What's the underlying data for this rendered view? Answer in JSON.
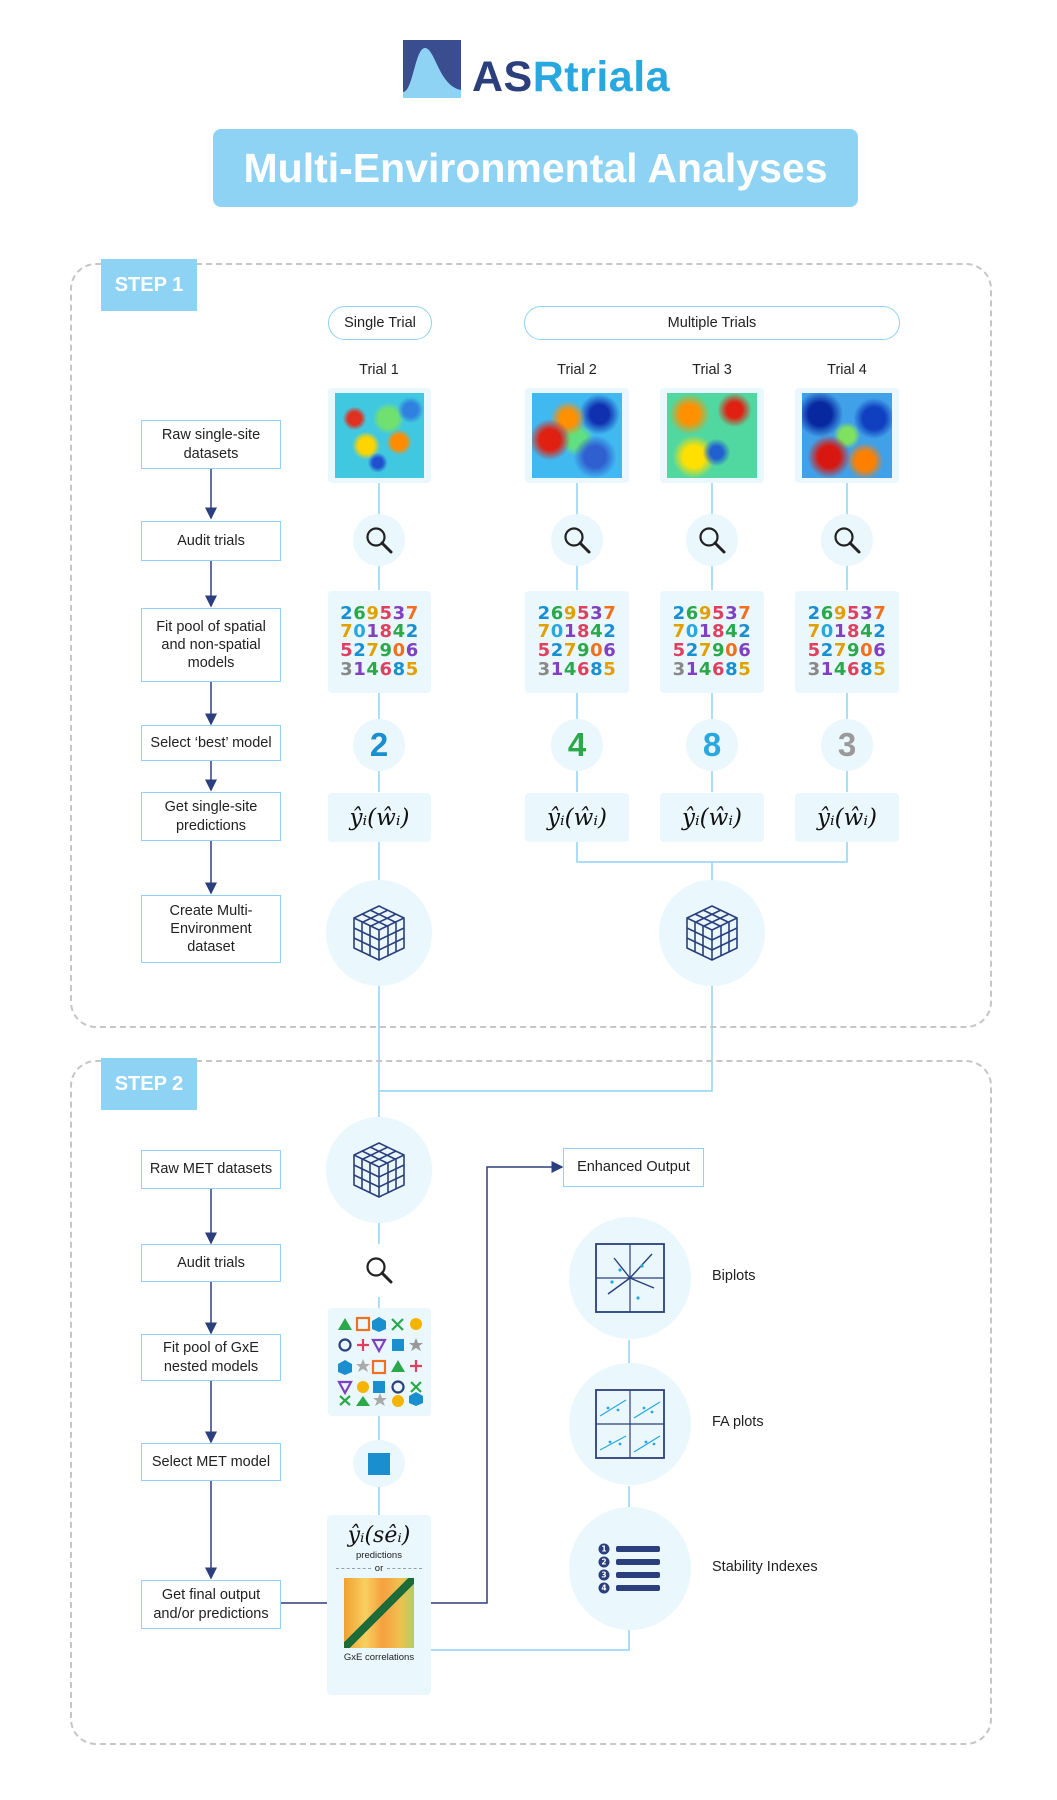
{
  "logo": {
    "part1": "AS",
    "part2": "Rtriala"
  },
  "title": "Multi-Environmental Analyses",
  "colors": {
    "accent_light": "#8fd3f4",
    "tile_bg": "#eaf7fd",
    "line": "#8fd3f4",
    "arrow": "#2b3f7d",
    "logo_dark": "#2b3f7d",
    "logo_blue": "#29a8df"
  },
  "step1": {
    "label": "STEP 1",
    "single_trial": "Single Trial",
    "multiple_trials": "Multiple Trials",
    "trials": [
      "Trial 1",
      "Trial 2",
      "Trial 3",
      "Trial 4"
    ],
    "flow": [
      "Raw single-site datasets",
      "Audit trials",
      "Fit pool of spatial and non-spatial models",
      "Select ‘best’ model",
      "Get single-site predictions",
      "Create Multi-Environment dataset"
    ],
    "digit_rows": [
      "269537",
      "701842",
      "527906",
      "314685"
    ],
    "selected_models": [
      "2",
      "4",
      "8",
      "3"
    ],
    "prediction_formula": "ŷᵢ(ŵᵢ)"
  },
  "step2": {
    "label": "STEP 2",
    "flow": [
      "Raw MET datasets",
      "Audit trials",
      "Fit pool of GxE nested models",
      "Select MET model",
      "Get final output and/or predictions"
    ],
    "prediction_formula": "ŷᵢ(sêᵢ)",
    "predictions_label": "predictions",
    "or_label": "or",
    "gxe_label": "GxE correlations",
    "enhanced_output": "Enhanced Output",
    "outputs": [
      "Biplots",
      "FA plots",
      "Stability Indexes"
    ],
    "stability_numbers": [
      "1",
      "2",
      "3",
      "4"
    ]
  },
  "icons": [
    "logo-icon",
    "magnifier-icon",
    "cube-icon",
    "shapes-icon",
    "square-icon",
    "biplot-icon",
    "fa-plot-icon",
    "list-icon",
    "heatmap-icon"
  ]
}
